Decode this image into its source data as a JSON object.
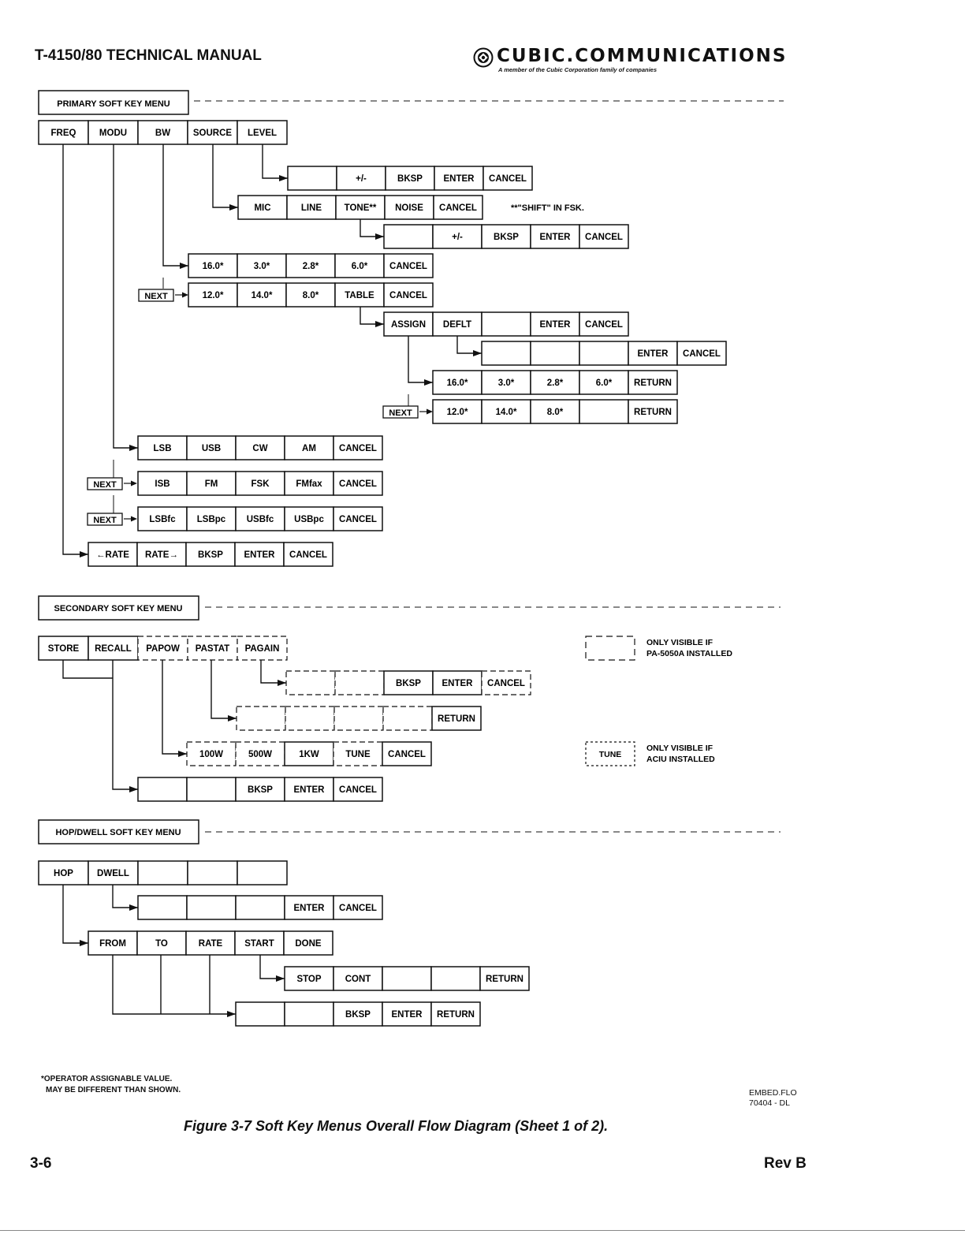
{
  "header": {
    "title": "T-4150/80 TECHNICAL MANUAL",
    "brand": "CUBIC.COMMUNICATIONS",
    "tagline": "A member of the Cubic Corporation family of companies"
  },
  "menus": {
    "primary": "PRIMARY SOFT KEY MENU",
    "secondary": "SECONDARY SOFT KEY MENU",
    "hopdwell": "HOP/DWELL SOFT KEY MENU"
  },
  "rows": [
    [
      "FREQ",
      "MODU",
      "BW",
      "SOURCE",
      "LEVEL"
    ],
    [
      "",
      "+/-",
      "BKSP",
      "ENTER",
      "CANCEL"
    ],
    [
      "MIC",
      "LINE",
      "TONE**",
      "NOISE",
      "CANCEL"
    ],
    [
      "",
      "+/-",
      "BKSP",
      "ENTER",
      "CANCEL"
    ],
    [
      "16.0*",
      "3.0*",
      "2.8*",
      "6.0*",
      "CANCEL"
    ],
    [
      "12.0*",
      "14.0*",
      "8.0*",
      "TABLE",
      "CANCEL"
    ],
    [
      "ASSIGN",
      "DEFLT",
      "",
      "ENTER",
      "CANCEL"
    ],
    [
      "",
      "",
      "",
      "ENTER",
      "CANCEL"
    ],
    [
      "16.0*",
      "3.0*",
      "2.8*",
      "6.0*",
      "RETURN"
    ],
    [
      "12.0*",
      "14.0*",
      "8.0*",
      "",
      "RETURN"
    ],
    [
      "LSB",
      "USB",
      "CW",
      "AM",
      "CANCEL"
    ],
    [
      "ISB",
      "FM",
      "FSK",
      "FMfax",
      "CANCEL"
    ],
    [
      "LSBfc",
      "LSBpc",
      "USBfc",
      "USBpc",
      "CANCEL"
    ],
    [
      "←RATE",
      "RATE→",
      "BKSP",
      "ENTER",
      "CANCEL"
    ],
    [
      "STORE",
      "RECALL",
      "PAPOW",
      "PASTAT",
      "PAGAIN"
    ],
    [
      "",
      "",
      "BKSP",
      "ENTER",
      "CANCEL"
    ],
    [
      "",
      "",
      "",
      "",
      "RETURN"
    ],
    [
      "100W",
      "500W",
      "1KW",
      "TUNE",
      "CANCEL"
    ],
    [
      "",
      "",
      "BKSP",
      "ENTER",
      "CANCEL"
    ],
    [
      "HOP",
      "DWELL",
      "",
      "",
      ""
    ],
    [
      "",
      "",
      "",
      "ENTER",
      "CANCEL"
    ],
    [
      "FROM",
      "TO",
      "RATE",
      "START",
      "DONE"
    ],
    [
      "STOP",
      "CONT",
      "",
      "",
      "RETURN"
    ],
    [
      "",
      "",
      "BKSP",
      "ENTER",
      "RETURN"
    ]
  ],
  "next_label": "NEXT",
  "tone_note": "**\"SHIFT\" IN FSK.",
  "legend": {
    "pa_line1": "ONLY VISIBLE IF",
    "pa_line2": "PA-5050A INSTALLED",
    "acu_key": "TUNE",
    "acu_line1": "ONLY VISIBLE IF",
    "acu_line2": "ACIU INSTALLED"
  },
  "footnote": {
    "line1": "*OPERATOR ASSIGNABLE VALUE.",
    "line2": "MAY BE DIFFERENT THAN SHOWN."
  },
  "file_ref": {
    "line1": "EMBED.FLO",
    "line2": "70404 - DL"
  },
  "caption": "Figure 3-7  Soft Key Menus Overall Flow Diagram (Sheet 1 of 2).",
  "footer": {
    "page": "3-6",
    "rev": "Rev B"
  }
}
